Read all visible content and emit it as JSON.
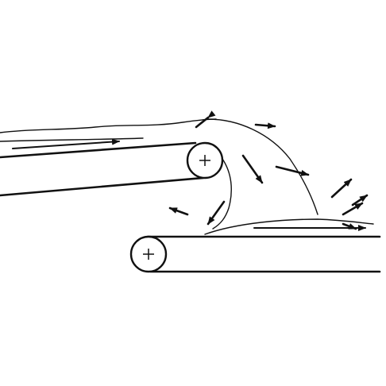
{
  "diagram": {
    "ink_color": "#111111",
    "background": "#ffffff",
    "rollers": [
      {
        "id": "upper",
        "symbol": "+"
      },
      {
        "id": "lower",
        "symbol": "+"
      }
    ],
    "belts": [
      {
        "id": "upper-belt",
        "flow_arrow_direction": "right"
      },
      {
        "id": "lower-belt",
        "flow_arrow_direction": "right"
      }
    ],
    "scatter_arrow_count": 10
  }
}
